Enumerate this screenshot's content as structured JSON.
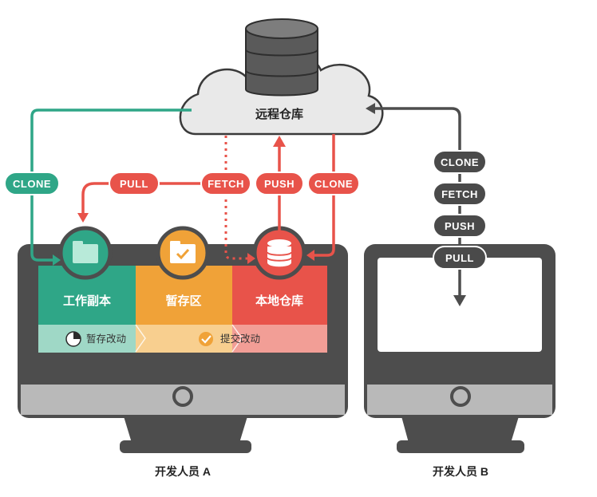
{
  "remote_repo": {
    "label": "远程仓库"
  },
  "developer_a": {
    "label": "开发人员 A",
    "zones": [
      {
        "label": "工作副本",
        "icon": "folder-icon",
        "color": "#2fa687"
      },
      {
        "label": "暂存区",
        "icon": "folder-check-icon",
        "color": "#f0a238"
      },
      {
        "label": "本地仓库",
        "icon": "database-icon",
        "color": "#e8534a"
      }
    ],
    "sub_labels": {
      "staged_change": "暂存改动",
      "commit_change": "提交改动"
    },
    "flows": {
      "clone_left": "CLONE",
      "pull": "PULL",
      "fetch": "FETCH",
      "push": "PUSH",
      "clone_right": "CLONE"
    }
  },
  "developer_b": {
    "label": "开发人员 B",
    "actions": [
      "CLONE",
      "FETCH",
      "PUSH",
      "PULL"
    ]
  },
  "colors": {
    "teal": "#2fa687",
    "orange": "#f0a238",
    "red": "#e8534a",
    "dark": "#4a4a4a",
    "monitor": "#4d4d4d"
  }
}
